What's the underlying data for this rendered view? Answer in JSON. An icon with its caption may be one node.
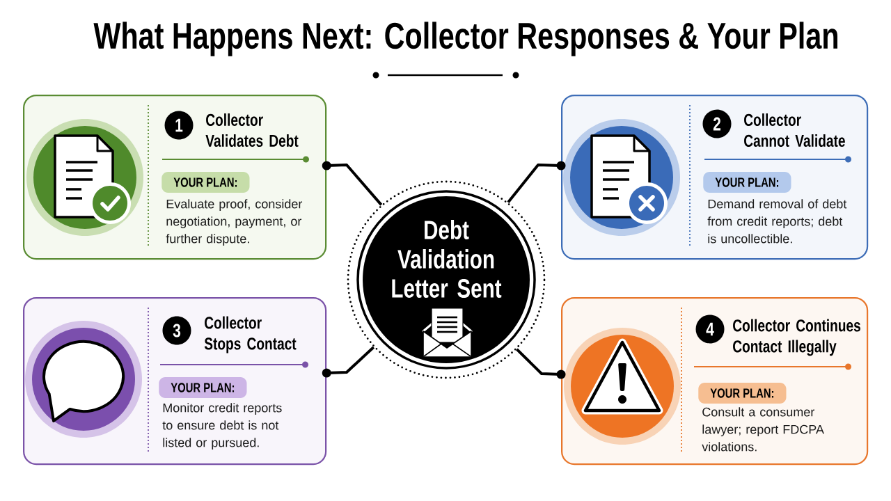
{
  "diagram": {
    "title": "What Happens Next: Collector Responses & Your Plan",
    "nodes": [
      {
        "text": [
          "Collector Validates Debt",
          "Evaluate proof, consider negotiation, payment, or further dispute."
        ]
      },
      {
        "text": [
          "1"
        ],
        "in": 0
      },
      {
        "text": [
          "YOUR PLAN:"
        ],
        "in": 0
      },
      {
        "text": [
          "Collector Cannot Validate",
          "Demand removal of debt from credit reports; debt is uncollectible."
        ]
      },
      {
        "text": [
          "2"
        ],
        "in": 3
      },
      {
        "text": [
          "YOUR PLAN:"
        ],
        "in": 3
      },
      {
        "text": [
          "Debt Validation Letter Sent"
        ]
      },
      {
        "text": [
          "Collector Stops Contact",
          "Monitor credit reports to ensure debt is not listed or pursued."
        ]
      },
      {
        "text": [
          "3"
        ],
        "in": 7
      },
      {
        "text": [
          "YOUR PLAN:"
        ],
        "in": 7
      },
      {
        "text": [
          "Collector Continues Contact Illegally",
          "Consult a consumer lawyer; report FDCPA violations."
        ]
      },
      {
        "text": [
          "4"
        ],
        "in": 10
      },
      {
        "text": [
          "YOUR PLAN:"
        ],
        "in": 10
      }
    ],
    "edges": [
      {
        "from": 6,
        "to": 0,
        "arrow": "other"
      },
      {
        "from": 6,
        "to": 3,
        "arrow": "other"
      },
      {
        "from": 6,
        "to": 7,
        "arrow": "other"
      },
      {
        "from": 6,
        "to": 10,
        "arrow": "other"
      }
    ]
  }
}
